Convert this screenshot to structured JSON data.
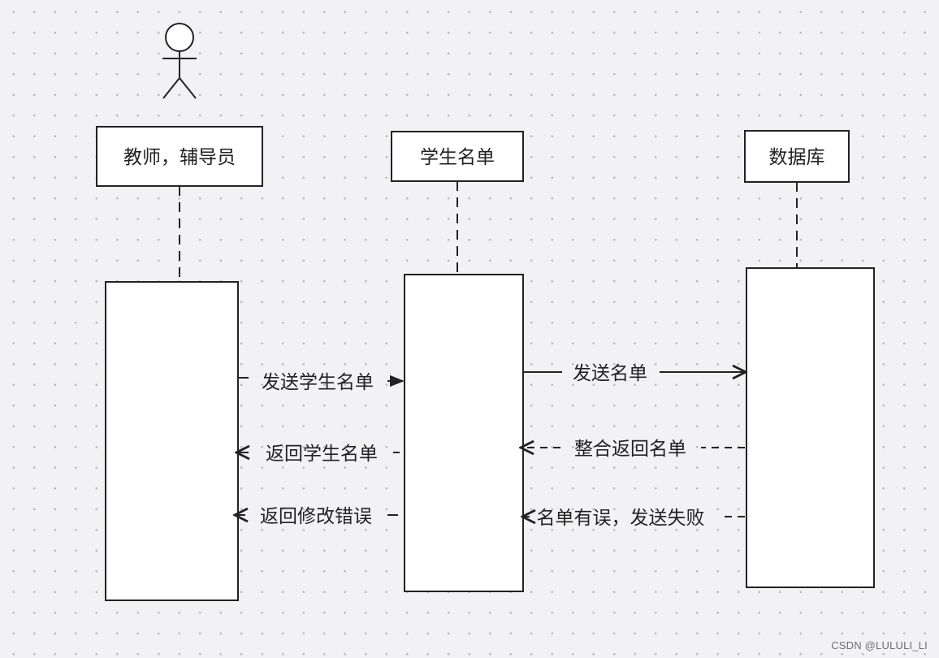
{
  "participants": {
    "teacher": "教师，辅导员",
    "student_list": "学生名单",
    "database": "数据库"
  },
  "messages": {
    "send_student_list": "发送学生名单",
    "send_list": "发送名单",
    "return_student_list": "返回学生名单",
    "merge_return_list": "整合返回名单",
    "return_fix_errors": "返回修改错误",
    "list_error_send_failed": "名单有误，发送失败"
  },
  "watermark": "CSDN @LULULI_LI",
  "colors": {
    "background": "#f2f2f4",
    "grid_dot": "#b9b9be",
    "stroke": "#222222",
    "box_fill": "#ffffff"
  }
}
